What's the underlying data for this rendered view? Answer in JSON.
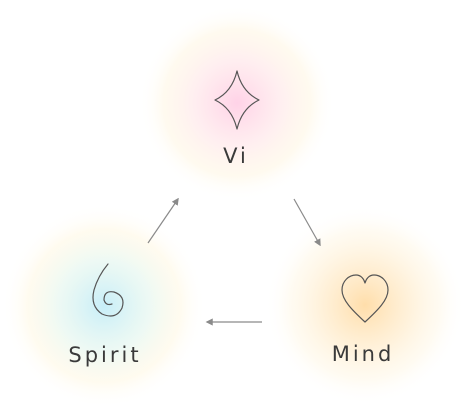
{
  "nodes": {
    "top": {
      "label": "Vi",
      "icon": "four-point-star-icon",
      "glow_inner": "#ffd2e6",
      "glow_outer": "#fff4d8"
    },
    "left": {
      "label": "Spirit",
      "icon": "spiral-icon",
      "glow_inner": "#c9eef8",
      "glow_outer": "#fff6dc"
    },
    "right": {
      "label": "Mind",
      "icon": "heart-icon",
      "glow_inner": "#ffe1b0",
      "glow_outer": "#fff6e0"
    }
  },
  "edges": [
    {
      "from": "top",
      "to": "right"
    },
    {
      "from": "right",
      "to": "left"
    },
    {
      "from": "left",
      "to": "top"
    }
  ],
  "colors": {
    "background": "#ffffff",
    "arrow": "#8a8a8a",
    "icon_stroke": "#555555",
    "text": "#3a3a3a"
  }
}
